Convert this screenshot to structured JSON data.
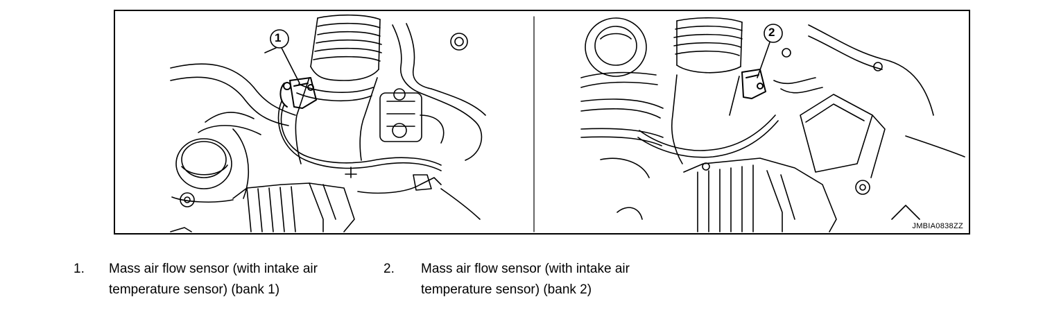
{
  "figure": {
    "figure_id": "JMBIA0838ZZ",
    "callouts": [
      "1",
      "2"
    ]
  },
  "legend": [
    {
      "number": "1.",
      "line1": "Mass air flow sensor (with intake air",
      "line2": "temperature sensor) (bank 1)"
    },
    {
      "number": "2.",
      "line1": "Mass air flow sensor (with intake air",
      "line2": "temperature sensor) (bank 2)"
    }
  ]
}
